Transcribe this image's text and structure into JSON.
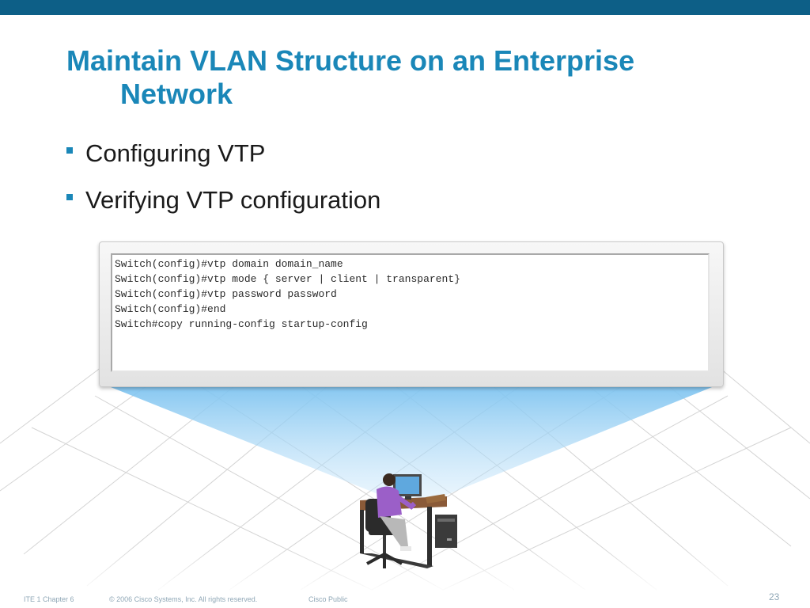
{
  "slide": {
    "title_line1": "Maintain VLAN Structure on an Enterprise",
    "title_line2": "Network",
    "bullets": [
      "Configuring VTP",
      "Verifying VTP configuration"
    ]
  },
  "terminal": {
    "lines": [
      "Switch(config)#vtp domain domain_name",
      "Switch(config)#vtp mode { server | client | transparent}",
      "Switch(config)#vtp password password",
      "Switch(config)#end",
      "Switch#copy running-config startup-config"
    ]
  },
  "footer": {
    "chapter": "ITE 1 Chapter 6",
    "copyright": "© 2006 Cisco Systems, Inc. All rights reserved.",
    "classification": "Cisco Public",
    "page_number": "23"
  },
  "colors": {
    "top_bar": "#0d5f87",
    "title": "#1a87b8",
    "bullet": "#1a87b8",
    "footer_text": "#8fa7b6",
    "beam": "#7fc4f0"
  }
}
